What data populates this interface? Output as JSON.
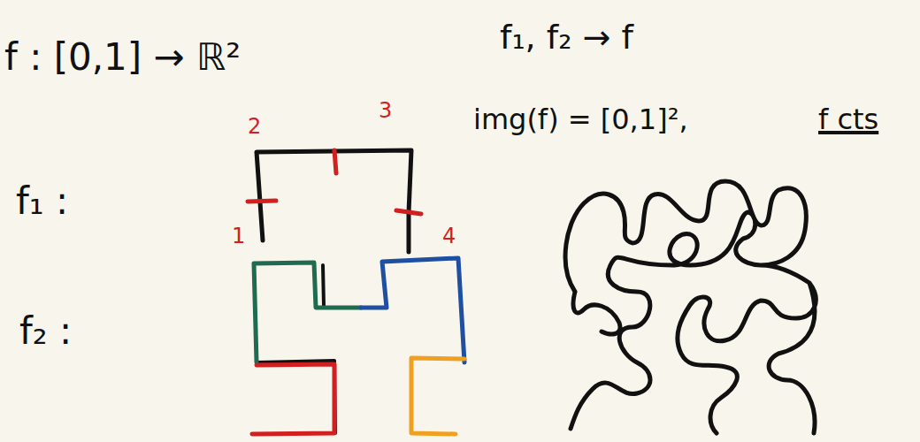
{
  "diagram": {
    "labels": [
      "f : [0,1] → ℝ²",
      "f₁, f₂ → f",
      "img(f) = [0,1]²,",
      "f cts",
      "f₁ :",
      "f₂ :",
      "2",
      "3",
      "1",
      "4"
    ]
  }
}
